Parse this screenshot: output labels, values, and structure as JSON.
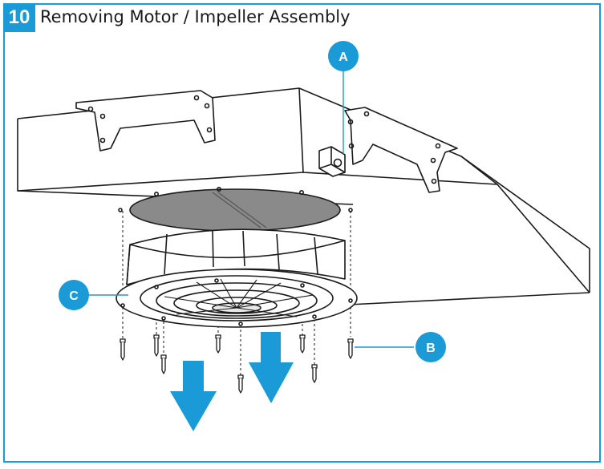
{
  "header": {
    "step_number": "10",
    "title": "Removing Motor / Impeller Assembly"
  },
  "callouts": [
    {
      "id": "A",
      "label": "A"
    },
    {
      "id": "B",
      "label": "B"
    },
    {
      "id": "C",
      "label": "C"
    }
  ],
  "colors": {
    "accent": "#1a9ad6",
    "filter": "#8a8a8a",
    "line": "#1a1a1a"
  },
  "icons": [
    "down-arrow-icon",
    "screw-icon",
    "callout-marker-icon"
  ]
}
